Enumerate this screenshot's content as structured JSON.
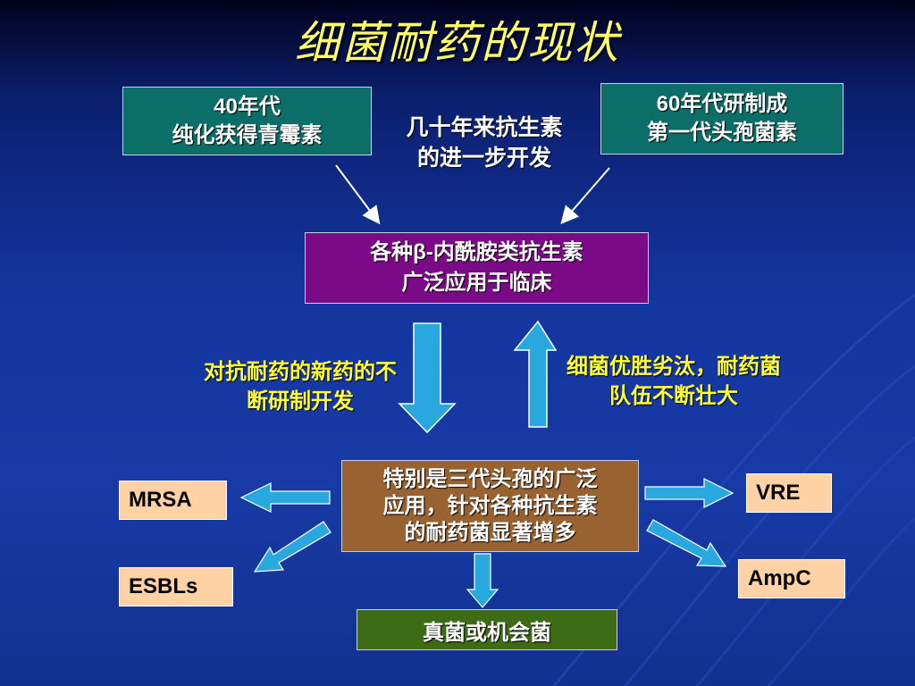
{
  "slide": {
    "title": "细菌耐药的现状"
  },
  "boxes": {
    "box_1940s": {
      "line1": "40年代",
      "line2": "纯化获得青霉素"
    },
    "box_1960s": {
      "line1": "60年代研制成",
      "line2": "第一代头孢菌素"
    },
    "box_beta_lactam": {
      "line1": "各种β-内酰胺类抗生素",
      "line2": "广泛应用于临床"
    },
    "box_third_gen": {
      "line1": "特别是三代头孢的广泛",
      "line2": "应用，针对各种抗生素",
      "line3": "的耐药菌显著增多"
    },
    "box_fungi": {
      "line1": "真菌或机会菌"
    }
  },
  "labels": {
    "decades_progress": {
      "line1": "几十年来抗生素",
      "line2": "的进一步开发"
    },
    "new_drugs": {
      "line1": "对抗耐药的新药的不",
      "line2": "断研制开发"
    },
    "survival": {
      "line1": "细菌优胜劣汰，耐药菌",
      "line2": "队伍不断壮大"
    }
  },
  "outcomes": {
    "mrsa": "MRSA",
    "esbls": "ESBLs",
    "vre": "VRE",
    "ampc": "AmpC"
  },
  "colors": {
    "title": "#ffff66",
    "teal_box": "#0c6e68",
    "purple_box": "#7a0a86",
    "brown_box": "#996231",
    "green_box": "#3e6b16",
    "outcome_box": "#ffd2a6",
    "arrow_fill": "#29a8df",
    "yellow_text": "#ffff33"
  }
}
